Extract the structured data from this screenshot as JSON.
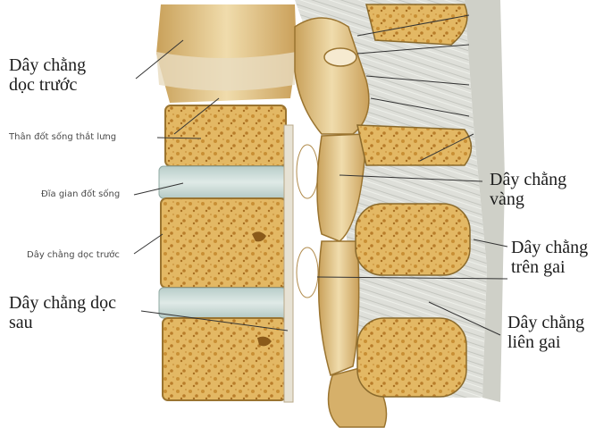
{
  "labels": {
    "anterior_longitudinal_top": [
      "Dây chằng",
      "dọc trước"
    ],
    "vertebral_body_small": "Thân đốt sống thắt lưng",
    "intervertebral_disc_small": "Đĩa gian đốt sống",
    "anterior_longitudinal_small": "Dây chằng dọc trước",
    "posterior_longitudinal": [
      "Dây chằng dọc",
      "sau"
    ],
    "ligamentum_flavum": [
      "Dây chằng",
      "vàng"
    ],
    "supraspinous": [
      "Dây chằng",
      "trên gai"
    ],
    "interspinous": [
      "Dây chằng",
      "liên gai"
    ]
  },
  "colors": {
    "bone_cortex": "#d8b266",
    "cancellous_bone": "#d4a24c",
    "disc": "#c8d8d4",
    "ligament": "#d9d9d2",
    "cord_gap": "#ffffff",
    "outline": "#8a6a2c"
  }
}
